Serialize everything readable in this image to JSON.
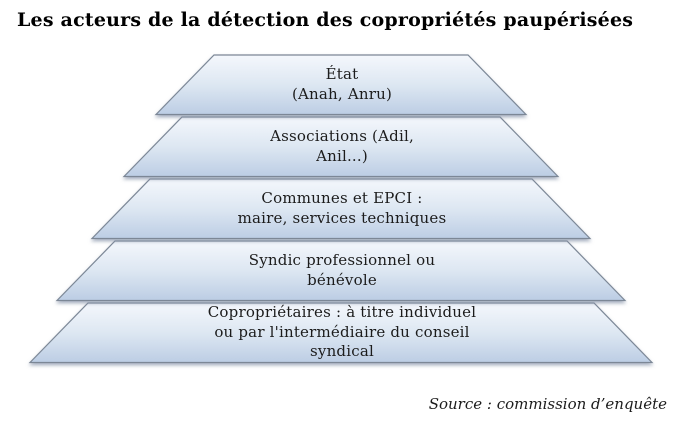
{
  "title": "Les acteurs de la détection des copropriétés paupérisées",
  "pyramid": {
    "levels": [
      {
        "name": "etat",
        "lines": [
          "État",
          "(Anah, Anru)"
        ]
      },
      {
        "name": "associations",
        "lines": [
          "Associations (Adil,",
          "Anil...)"
        ]
      },
      {
        "name": "communes-epci",
        "lines": [
          "Communes et EPCI :",
          "maire, services techniques"
        ]
      },
      {
        "name": "syndic",
        "lines": [
          "Syndic professionnel ou",
          "bénévole"
        ]
      },
      {
        "name": "coproprietaires",
        "lines": [
          "Copropriétaires : à titre individuel",
          "ou par l'intermédiaire du conseil",
          "syndical"
        ]
      }
    ]
  },
  "source_note": "Source : commission d’enquête",
  "colors": {
    "fill_top": "#f4f7fc",
    "fill_mid": "#dde7f2",
    "fill_bottom": "#bccde4",
    "stroke": "#7b8796",
    "shadow": "#8593a8",
    "text": "#1c1c1c",
    "title_text": "#000000"
  }
}
